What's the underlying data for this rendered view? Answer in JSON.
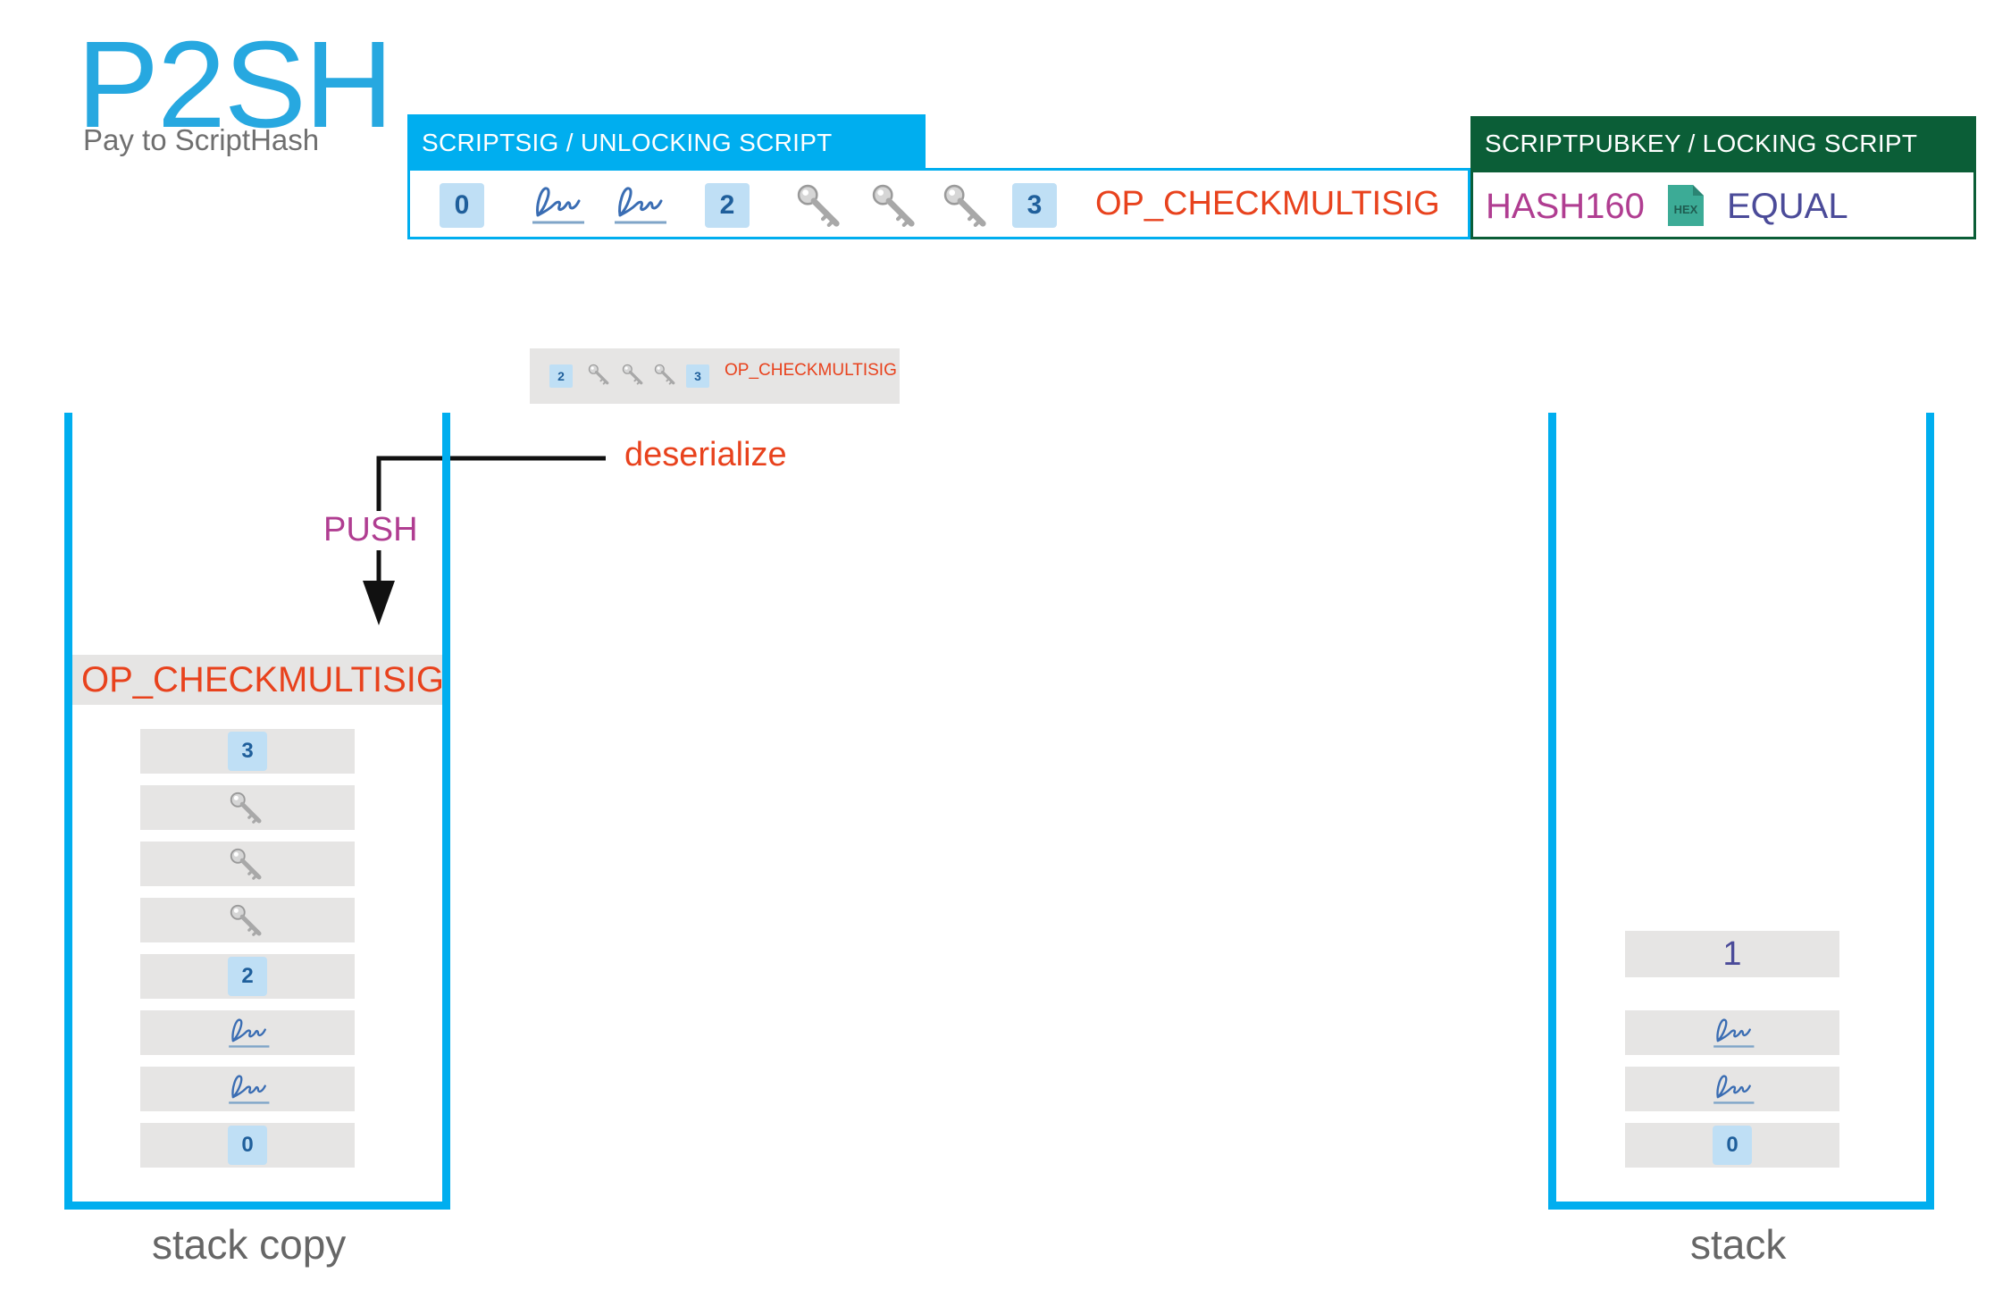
{
  "title": "P2SH",
  "subtitle": "Pay to ScriptHash",
  "scriptsig": {
    "header": "SCRIPTSIG / UNLOCKING SCRIPT",
    "items": [
      "0",
      "signature-icon",
      "signature-icon",
      "2",
      "key-icon",
      "key-icon",
      "key-icon",
      "3",
      "OP_CHECKMULTISIG"
    ],
    "num_0": "0",
    "num_2": "2",
    "num_3": "3",
    "opcode": "OP_CHECKMULTISIG"
  },
  "scriptpubkey": {
    "header": "SCRIPTPUBKEY /  LOCKING SCRIPT",
    "hash_op": "HASH160",
    "hex_icon_label": "HEX",
    "equal_op": "EQUAL"
  },
  "serialized": {
    "num_2": "2",
    "num_3": "3",
    "opcode": "OP_CHECKMULTISIG"
  },
  "flow": {
    "deserialize": "deserialize",
    "push": "PUSH"
  },
  "stack_copy": {
    "label": "stack copy",
    "top_op": "OP_CHECKMULTISIG",
    "items_top_to_bottom": [
      "3",
      "key-icon",
      "key-icon",
      "key-icon",
      "2",
      "signature-icon",
      "signature-icon",
      "0"
    ],
    "num_3": "3",
    "num_2": "2",
    "num_0": "0"
  },
  "stack": {
    "label": "stack",
    "items_top_to_bottom": [
      "1",
      "signature-icon",
      "signature-icon",
      "0"
    ],
    "top_value": "1",
    "num_0": "0"
  },
  "colors": {
    "title_blue": "#27a8e0",
    "scriptsig_header": "#00aeef",
    "scriptpubkey_header": "#0b5e37",
    "opcode_red": "#e8421d",
    "push_purple": "#b03d91",
    "equal_indigo": "#4b4b99",
    "stack_border": "#00aeef",
    "slot_gray": "#e6e5e4",
    "number_tile": "#bfdff5"
  }
}
